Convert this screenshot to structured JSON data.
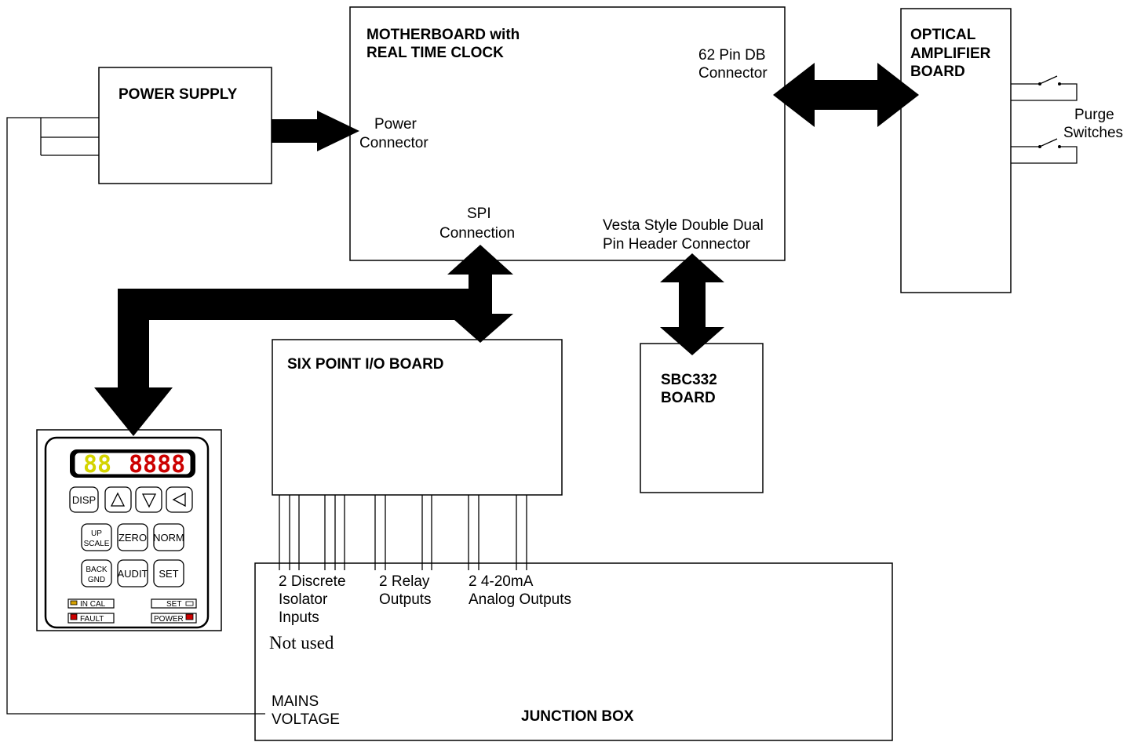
{
  "motherboard": {
    "title_line1": "MOTHERBOARD with",
    "title_line2": "REAL TIME CLOCK",
    "connector_db_line1": "62 Pin DB",
    "connector_db_line2": "Connector",
    "power_conn_line1": "Power",
    "power_conn_line2": "Connector",
    "spi_line1": "SPI",
    "spi_line2": "Connection",
    "vesta_line1": "Vesta Style Double Dual",
    "vesta_line2": "Pin Header Connector"
  },
  "power_supply": {
    "title": "POWER SUPPLY"
  },
  "optical_board": {
    "line1": "OPTICAL",
    "line2": "AMPLIFIER",
    "line3": "BOARD",
    "purge_line1": "Purge",
    "purge_line2": "Switches"
  },
  "io_board": {
    "title": "SIX POINT I/O BOARD"
  },
  "sbc_board": {
    "line1": "SBC332",
    "line2": "BOARD"
  },
  "junction_box": {
    "title": "JUNCTION BOX",
    "discrete_line1": "2 Discrete",
    "discrete_line2": "Isolator",
    "discrete_line3": "Inputs",
    "relay_line1": "2 Relay",
    "relay_line2": "Outputs",
    "analog_line1": "2  4-20mA",
    "analog_line2": "Analog Outputs",
    "not_used": "Not used",
    "mains_line1": "MAINS",
    "mains_line2": "VOLTAGE"
  },
  "keypad": {
    "display_left": "88",
    "display_right": "8888",
    "display_left_color": "#d4d400",
    "display_right_color": "#cc0000",
    "led_red": "#cc0000",
    "led_yellow": "#d4a000",
    "btn_disp": "DISP",
    "btn_up_icon": "triangle-up-icon",
    "btn_down_icon": "triangle-down-icon",
    "btn_left_icon": "triangle-left-icon",
    "btn_upscale_line1": "UP",
    "btn_upscale_line2": "SCALE",
    "btn_zero": "ZERO",
    "btn_norm": "NORM",
    "btn_backgnd_line1": "BACK",
    "btn_backgnd_line2": "GND",
    "btn_audit": "AUDIT",
    "btn_set": "SET",
    "led_incal": "IN CAL",
    "led_set": "SET",
    "led_fault": "FAULT",
    "led_power": "POWER"
  }
}
